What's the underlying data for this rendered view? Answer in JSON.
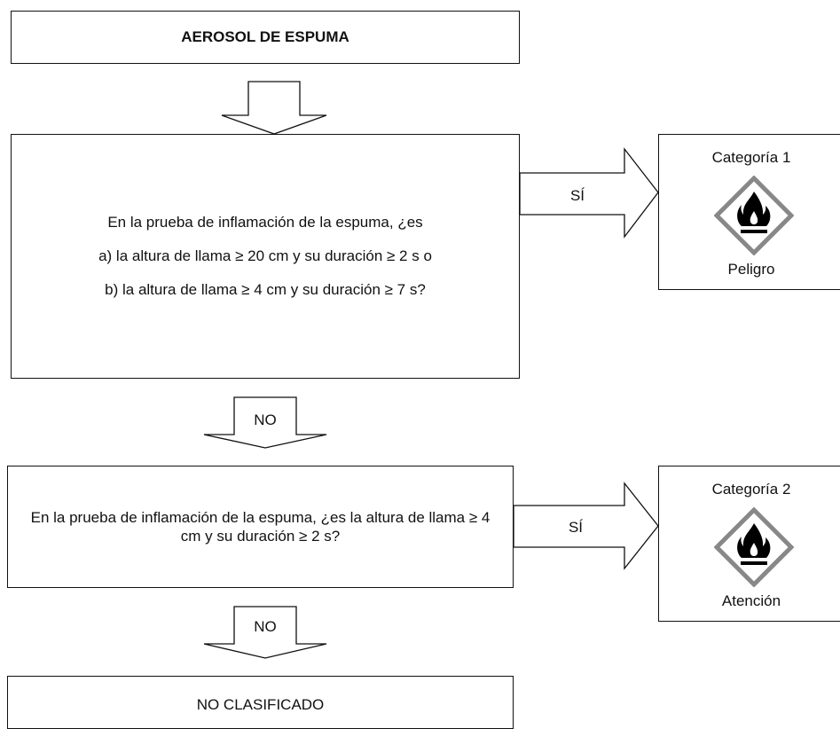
{
  "diagram": {
    "title": "AEROSOL DE ESPUMA",
    "question1": {
      "lines": [
        "En la prueba de inflamación de la espuma, ¿es",
        "a) la altura de llama ≥ 20 cm y su duración ≥ 2 s o",
        "b) la altura de llama ≥ 4 cm y su duración ≥ 7 s?"
      ]
    },
    "question2": {
      "text": "En la prueba de inflamación de la espuma, ¿es la altura de llama ≥ 4 cm y su duración ≥ 2 s?"
    },
    "yes_label": "SÍ",
    "no_label": "NO",
    "not_classified": "NO CLASIFICADO",
    "category1": {
      "title": "Categoría 1",
      "signal_word": "Peligro",
      "pictogram": "flame-icon"
    },
    "category2": {
      "title": "Categoría 2",
      "signal_word": "Atención",
      "pictogram": "flame-icon"
    }
  },
  "colors": {
    "line": "#111111",
    "pictogram_border": "#888888"
  }
}
